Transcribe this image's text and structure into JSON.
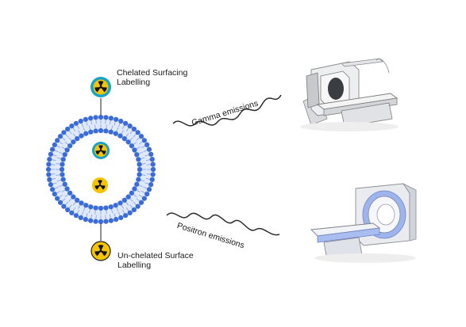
{
  "labels": {
    "chelated": "Chelated Surfacing Labelling",
    "unchelated": "Un-chelated Surface Labelling",
    "gamma": "Gamma emissions",
    "positron": "Positron emissions"
  },
  "icons": {
    "top_radionuclide": "radiation-icon",
    "inner_radionuclide_1": "radiation-icon",
    "inner_radionuclide_2": "radiation-icon",
    "bottom_radionuclide": "radiation-icon",
    "spect_scanner": "spect-scanner-icon",
    "pet_scanner": "pet-scanner-icon"
  },
  "colors": {
    "lipid_head": "#3b6bd6",
    "membrane_fill": "#d9e6fb",
    "radiation_yellow": "#f5c400",
    "radiation_teal": "#18a3c7",
    "scanner_blue": "#9db4ec"
  }
}
